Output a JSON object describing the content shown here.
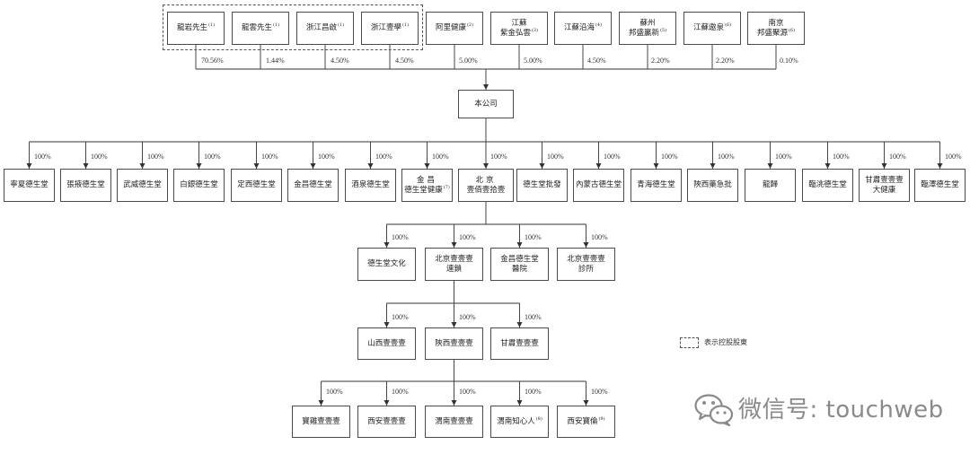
{
  "shareholders": [
    {
      "lines": [
        "龍岩先生"
      ],
      "note": "(1)",
      "stake": "70.56%"
    },
    {
      "lines": [
        "龍雲先生"
      ],
      "note": "(1)",
      "stake": "1.44%"
    },
    {
      "lines": [
        "浙江昌啟"
      ],
      "note": "(1)",
      "stake": "4.50%"
    },
    {
      "lines": [
        "浙江壹學"
      ],
      "note": "(1)",
      "stake": "4.50%"
    },
    {
      "lines": [
        "阿里健康"
      ],
      "note": "(2)",
      "stake": "5.00%"
    },
    {
      "lines": [
        "江蘇",
        "紫金弘雲"
      ],
      "note": "(3)",
      "stake": "5.00%"
    },
    {
      "lines": [
        "江蘇沿海"
      ],
      "note": "(4)",
      "stake": "4.50%"
    },
    {
      "lines": [
        "蘇州",
        "邦盛贏新"
      ],
      "note": "(5)",
      "stake": "2.20%"
    },
    {
      "lines": [
        "江蘇遨泉"
      ],
      "note": "(6)",
      "stake": "2.20%"
    },
    {
      "lines": [
        "南京",
        "邦盛聚源"
      ],
      "note": "(6)",
      "stake": "0.10%"
    }
  ],
  "company": {
    "name": "本公司"
  },
  "subsidiaries": [
    {
      "lines": [
        "寧夏德生堂"
      ],
      "stake": "100%"
    },
    {
      "lines": [
        "張掖德生堂"
      ],
      "stake": "100%"
    },
    {
      "lines": [
        "武威德生堂"
      ],
      "stake": "100%"
    },
    {
      "lines": [
        "白銀德生堂"
      ],
      "stake": "100%"
    },
    {
      "lines": [
        "定西德生堂"
      ],
      "stake": "100%"
    },
    {
      "lines": [
        "金昌德生堂"
      ],
      "stake": "100%"
    },
    {
      "lines": [
        "酒泉德生堂"
      ],
      "stake": "100%"
    },
    {
      "lines": [
        "金昌",
        "德生堂健康"
      ],
      "note": "(7)",
      "stake": "100%"
    },
    {
      "lines": [
        "北京",
        "壹佰壹拾壹"
      ],
      "stake": "100%"
    },
    {
      "lines": [
        "德生堂批發"
      ],
      "stake": "100%"
    },
    {
      "lines": [
        "內蒙古德生堂"
      ],
      "stake": "100%"
    },
    {
      "lines": [
        "青海德生堂"
      ],
      "stake": "100%"
    },
    {
      "lines": [
        "陝西藥急批"
      ],
      "stake": "100%"
    },
    {
      "lines": [
        "龍歸"
      ],
      "stake": "100%"
    },
    {
      "lines": [
        "臨洮德生堂"
      ],
      "stake": "100%"
    },
    {
      "lines": [
        "甘肅壹壹壹",
        "大健康"
      ],
      "stake": "100%"
    },
    {
      "lines": [
        "臨澤德生堂"
      ],
      "stake": "100%"
    }
  ],
  "beijing_subsidiaries": [
    {
      "lines": [
        "德生堂文化"
      ],
      "stake": "100%"
    },
    {
      "lines": [
        "北京壹壹壹",
        "連鎖"
      ],
      "stake": "100%"
    },
    {
      "lines": [
        "金昌德生堂",
        "醫院"
      ],
      "stake": "100%"
    },
    {
      "lines": [
        "北京壹壹壹",
        "診所"
      ],
      "stake": "100%"
    }
  ],
  "chain_subsidiaries": [
    {
      "lines": [
        "山西壹壹壹"
      ],
      "stake": "100%"
    },
    {
      "lines": [
        "陝西壹壹壹"
      ],
      "stake": "100%"
    },
    {
      "lines": [
        "甘肅壹壹壹"
      ],
      "stake": "100%"
    }
  ],
  "shaanxi_subsidiaries": [
    {
      "lines": [
        "寶雞壹壹壹"
      ],
      "stake": "100%"
    },
    {
      "lines": [
        "西安壹壹壹"
      ],
      "stake": "100%"
    },
    {
      "lines": [
        "渭南壹壹壹"
      ],
      "stake": "100%"
    },
    {
      "lines": [
        "渭南知心人"
      ],
      "note": "(8)",
      "stake": "100%"
    },
    {
      "lines": [
        "西安寶倫"
      ],
      "note": "(9)",
      "stake": "100%"
    }
  ],
  "legend": {
    "label": "表示控股股東"
  },
  "watermark": {
    "text": "微信号: touchweb",
    "icon": "wechat-icon"
  },
  "colors": {
    "line": "#333333",
    "box_border": "#4a4a4a",
    "watermark": "#8a8a8a"
  }
}
